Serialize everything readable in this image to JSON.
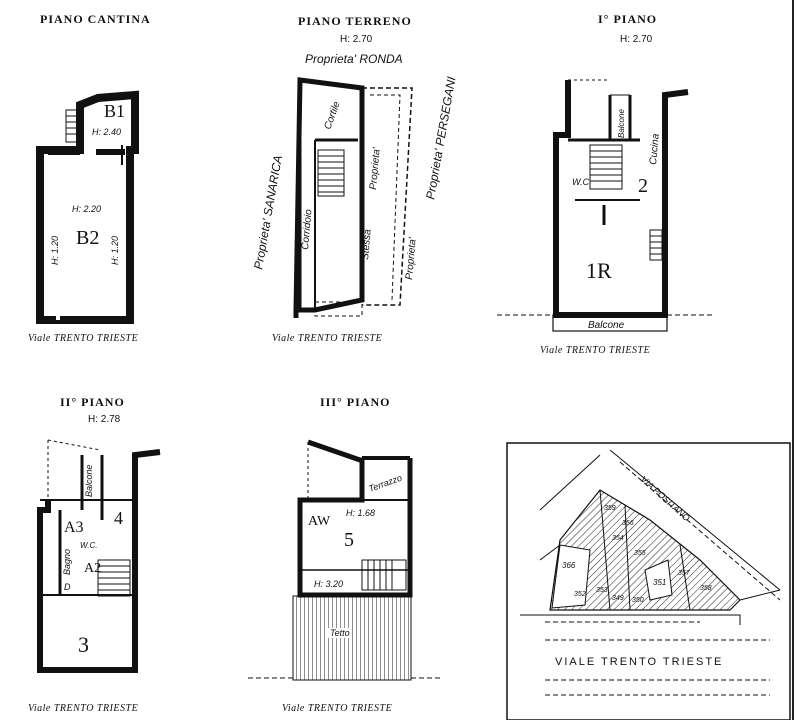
{
  "plans": {
    "cantina": {
      "title": "PIANO CANTINA",
      "street": "Viale TRENTO TRIESTE",
      "rooms": [
        {
          "id": "B1",
          "label": "B1",
          "height": "H: 2.40"
        },
        {
          "id": "B2",
          "label": "B2",
          "height": "H: 2.20"
        }
      ],
      "side_heights": [
        "H: 1.20",
        "H: 1.20"
      ]
    },
    "terreno": {
      "title": "PIANO TERRENO",
      "height": "H: 2.70",
      "top_label": "Proprieta' RONDA",
      "left_label": "Proprieta' SANARICA",
      "right_label": "Proprieta' PERSEGANI",
      "labels": [
        "Cortile",
        "Corridoio",
        "Proprieta'",
        "Stessa",
        "Proprieta'"
      ],
      "street": "Viale TRENTO TRIESTE"
    },
    "primo": {
      "title": "I° PIANO",
      "height": "H: 2.70",
      "labels": [
        "Balcone",
        "Cucina",
        "W.C.",
        "Balcone"
      ],
      "rooms": [
        "1R",
        "2"
      ],
      "street": "Viale TRENTO TRIESTE"
    },
    "secondo": {
      "title": "II° PIANO",
      "height": "H: 2.78",
      "labels": [
        "Balcone",
        "Bagno",
        "W.C.",
        "D"
      ],
      "rooms": [
        "A3",
        "4",
        "3",
        "A2"
      ],
      "street": "Viale TRENTO TRIESTE"
    },
    "terzo": {
      "title": "III° PIANO",
      "labels": [
        "Terrazzo",
        "H: 1.68",
        "H: 3.20",
        "Tetto",
        "AW"
      ],
      "rooms": [
        "5"
      ],
      "street": "Viale TRENTO TRIESTE"
    },
    "mappa": {
      "road_label": "VIA POSITANO",
      "street": "VIALE TRENTO TRIESTE",
      "parcels": [
        "366",
        "351",
        "352",
        "353",
        "354",
        "355",
        "356",
        "357",
        "358",
        "359",
        "349",
        "350"
      ]
    }
  }
}
